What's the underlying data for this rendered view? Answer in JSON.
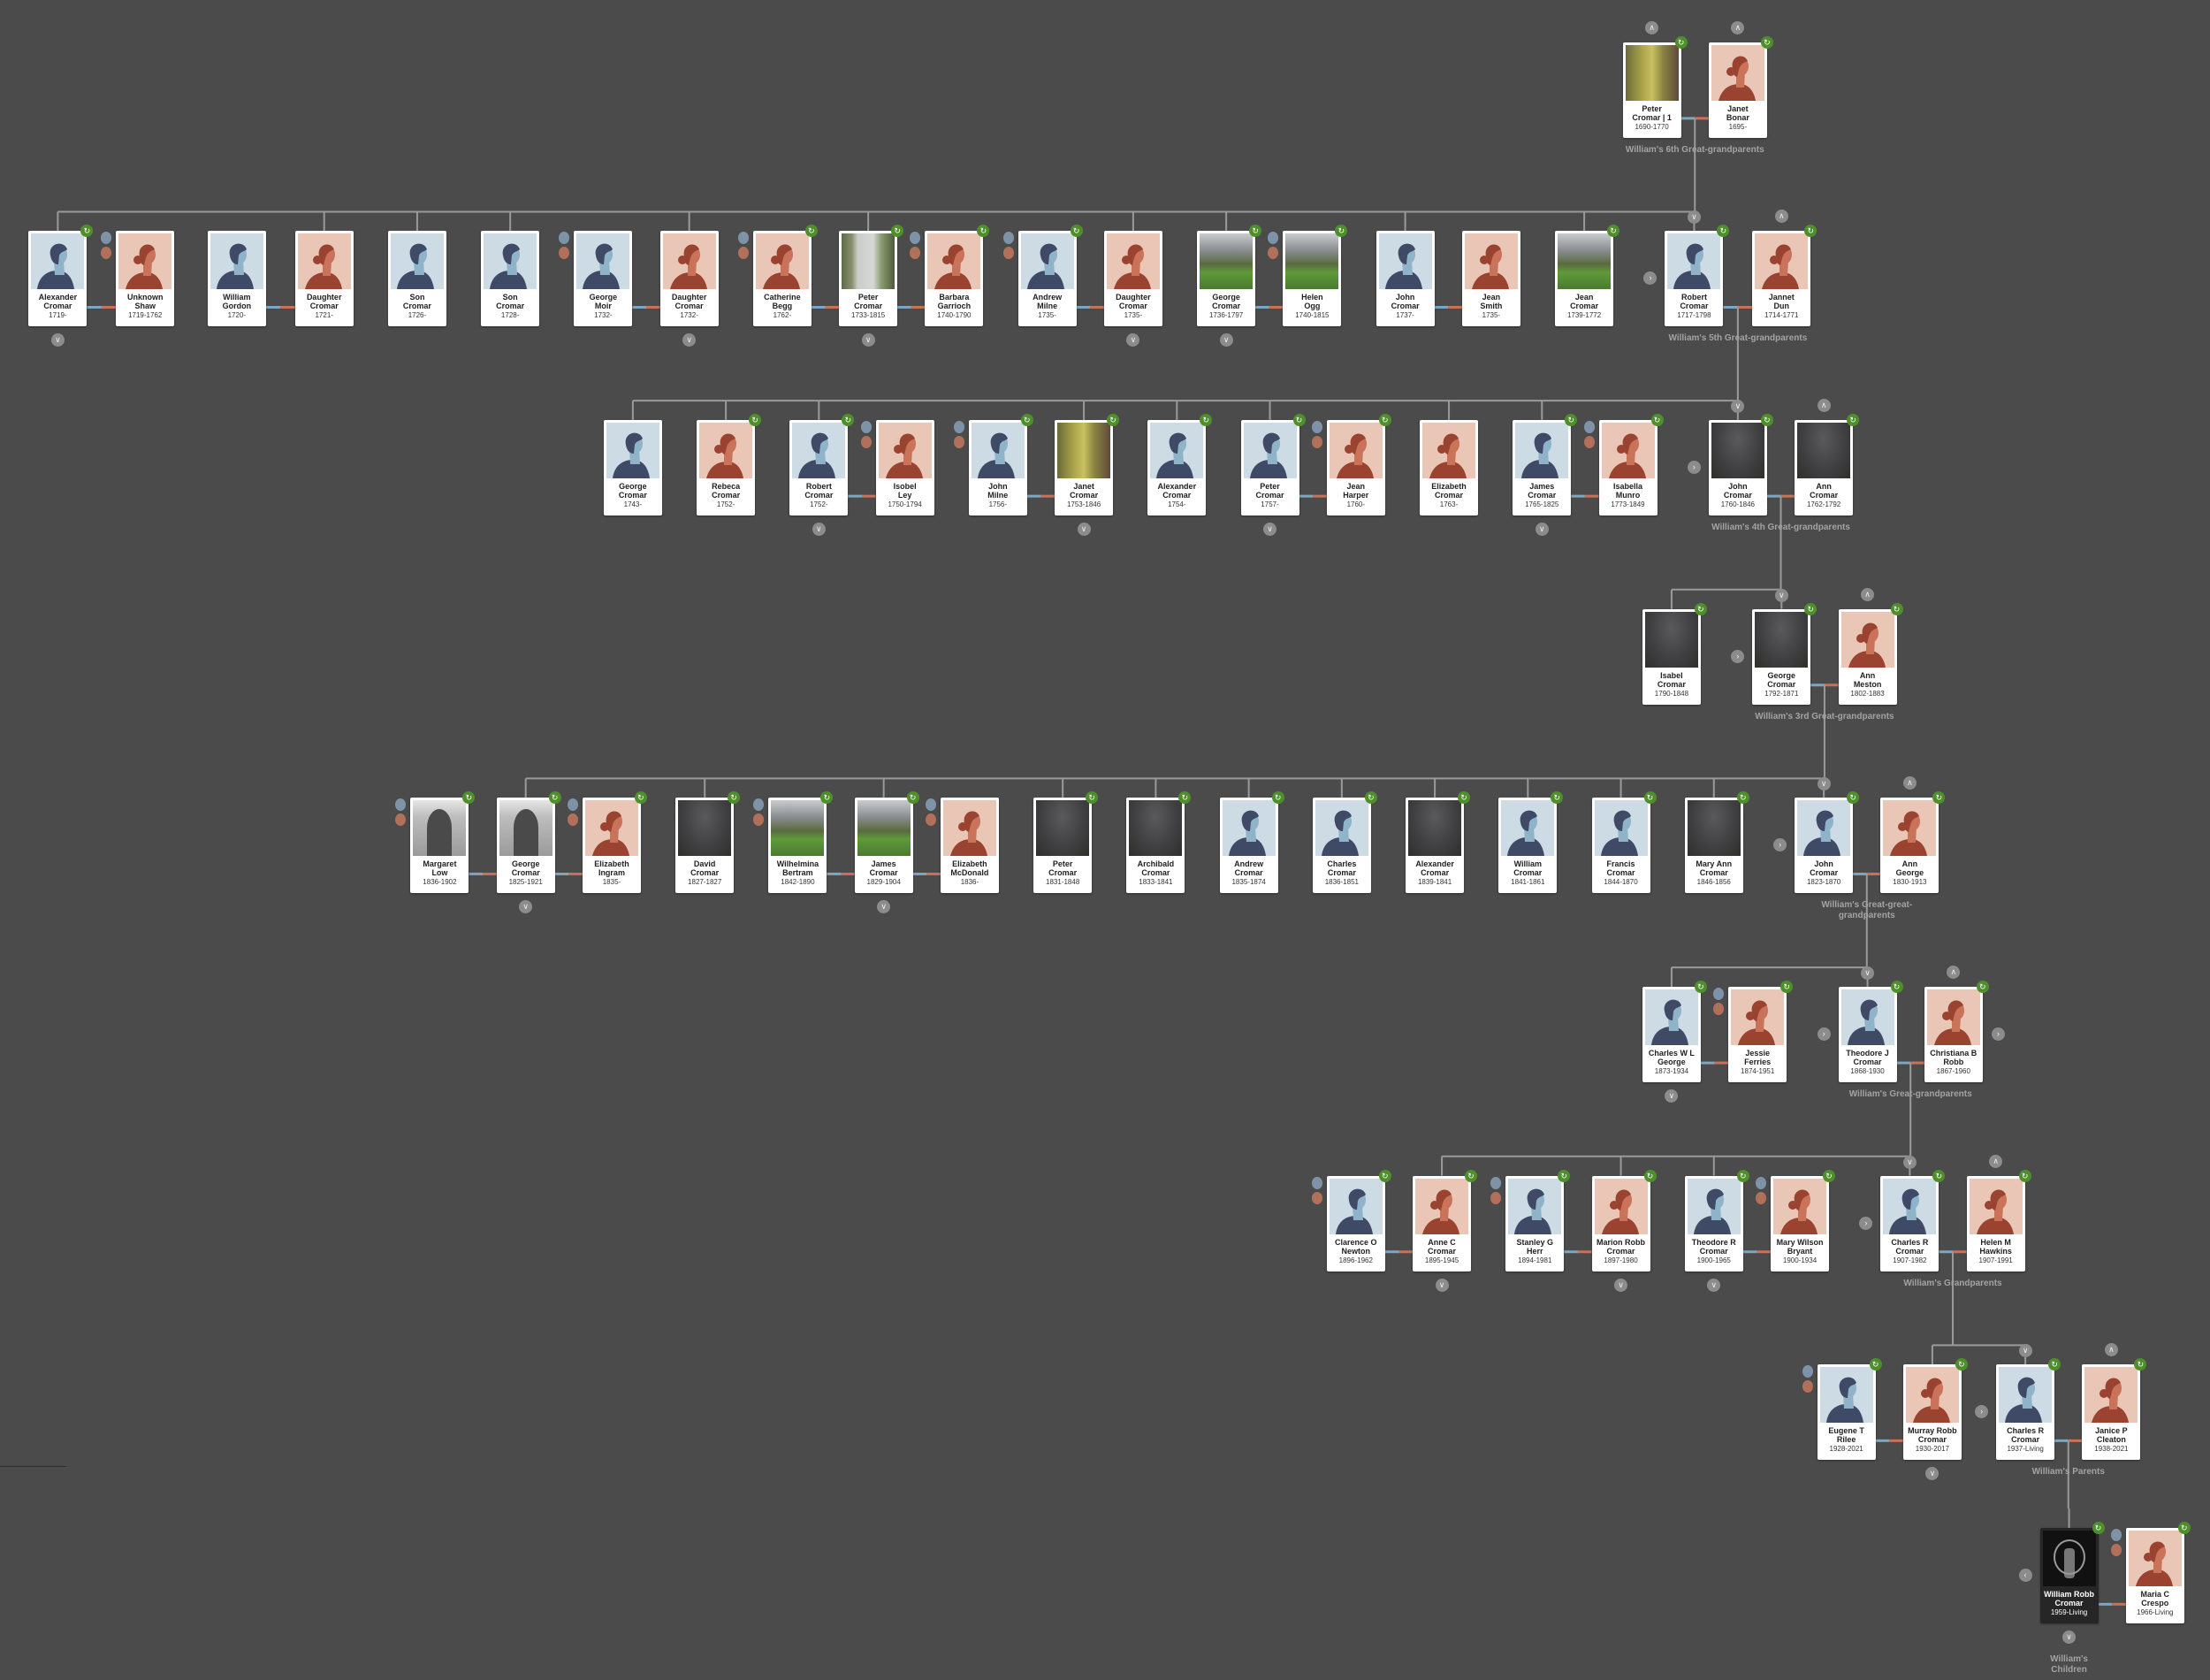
{
  "icons": {
    "hint": "leaf-hint-icon",
    "switch": "switch-spouse-icon",
    "down": "chevron-down-icon",
    "up": "chevron-up-icon",
    "right": "chevron-right-icon",
    "left": "chevron-left-icon"
  },
  "colors": {
    "background": "#4b4b4b",
    "male_bg": "#cddbe5",
    "female_bg": "#e9c6b6",
    "hint": "#4e8f2b",
    "label": "#a3a3a3"
  },
  "generations": [
    {
      "label": [
        "William's 6th Great-grandparents"
      ],
      "people": [
        {
          "name": [
            "Peter",
            "Cromar | 1"
          ],
          "dates": "1690-1770",
          "avatar": "moss",
          "hint": true,
          "up": true
        },
        {
          "name": [
            "Janet",
            "Bonar"
          ],
          "dates": "1695-",
          "avatar": "female",
          "hint": true,
          "up": true
        }
      ]
    },
    {
      "label": [
        "William's 5th Great-grandparents"
      ],
      "people": [
        {
          "name": [
            "Alexander",
            "Cromar"
          ],
          "dates": "1719-",
          "avatar": "male",
          "hint": true,
          "down": true
        },
        {
          "name": [
            "Unknown",
            "Shaw"
          ],
          "dates": "1719-1762",
          "avatar": "female",
          "switch": true
        },
        {
          "name": [
            "William",
            "Gordon"
          ],
          "dates": "1720-",
          "avatar": "male"
        },
        {
          "name": [
            "Daughter",
            "Cromar"
          ],
          "dates": "1721-",
          "avatar": "female"
        },
        {
          "name": [
            "Son",
            "Cromar"
          ],
          "dates": "1726-",
          "avatar": "male"
        },
        {
          "name": [
            "Son",
            "Cromar"
          ],
          "dates": "1728-",
          "avatar": "male"
        },
        {
          "name": [
            "George",
            "Moir"
          ],
          "dates": "1732-",
          "avatar": "male",
          "switch": true
        },
        {
          "name": [
            "Daughter",
            "Cromar"
          ],
          "dates": "1732-",
          "avatar": "female",
          "down": true
        },
        {
          "name": [
            "Catherine",
            "Begg"
          ],
          "dates": "1762-",
          "avatar": "female",
          "hint": true,
          "switch": true
        },
        {
          "name": [
            "Peter",
            "Cromar"
          ],
          "dates": "1733-1815",
          "avatar": "monument",
          "hint": true,
          "down": true
        },
        {
          "name": [
            "Barbara",
            "Garrioch"
          ],
          "dates": "1740-1790",
          "avatar": "female",
          "hint": true,
          "switch": true
        },
        {
          "name": [
            "Andrew",
            "Milne"
          ],
          "dates": "1735-",
          "avatar": "male",
          "hint": true,
          "switch": true
        },
        {
          "name": [
            "Daughter",
            "Cromar"
          ],
          "dates": "1735-",
          "avatar": "female",
          "down": true
        },
        {
          "name": [
            "George",
            "Cromar"
          ],
          "dates": "1736-1797",
          "avatar": "graveyard",
          "hint": true,
          "down": true
        },
        {
          "name": [
            "Helen",
            "Ogg"
          ],
          "dates": "1740-1815",
          "avatar": "graveyard",
          "hint": true,
          "switch": true
        },
        {
          "name": [
            "John",
            "Cromar"
          ],
          "dates": "1737-",
          "avatar": "male"
        },
        {
          "name": [
            "Jean",
            "Smith"
          ],
          "dates": "1735-",
          "avatar": "female"
        },
        {
          "name": [
            "Jean",
            "Cromar"
          ],
          "dates": "1739-1772",
          "avatar": "graveyard",
          "hint": true
        },
        {
          "name": [
            "Robert",
            "Cromar"
          ],
          "dates": "1717-1798",
          "avatar": "male",
          "hint": true,
          "nav": "right"
        },
        {
          "name": [
            "Jannet",
            "Dun"
          ],
          "dates": "1714-1771",
          "avatar": "female",
          "hint": true,
          "up": true
        }
      ]
    },
    {
      "label": [
        "William's 4th Great-grandparents"
      ],
      "people": [
        {
          "name": [
            "George",
            "Cromar"
          ],
          "dates": "1743-",
          "avatar": "male"
        },
        {
          "name": [
            "Rebeca",
            "Cromar"
          ],
          "dates": "1752-",
          "avatar": "female",
          "hint": true
        },
        {
          "name": [
            "Robert",
            "Cromar"
          ],
          "dates": "1752-",
          "avatar": "male",
          "hint": true,
          "down": true
        },
        {
          "name": [
            "Isobel",
            "Ley"
          ],
          "dates": "1750-1794",
          "avatar": "female",
          "switch": true
        },
        {
          "name": [
            "John",
            "Milne"
          ],
          "dates": "1756-",
          "avatar": "male",
          "hint": true,
          "switch": true
        },
        {
          "name": [
            "Janet",
            "Cromar"
          ],
          "dates": "1753-1846",
          "avatar": "moss",
          "hint": true,
          "down": true
        },
        {
          "name": [
            "Alexander",
            "Cromar"
          ],
          "dates": "1754-",
          "avatar": "male",
          "hint": true
        },
        {
          "name": [
            "Peter",
            "Cromar"
          ],
          "dates": "1757-",
          "avatar": "male",
          "hint": true,
          "down": true
        },
        {
          "name": [
            "Jean",
            "Harper"
          ],
          "dates": "1760-",
          "avatar": "female",
          "hint": true,
          "switch": true
        },
        {
          "name": [
            "Elizabeth",
            "Cromar"
          ],
          "dates": "1763-",
          "avatar": "female"
        },
        {
          "name": [
            "James",
            "Cromar"
          ],
          "dates": "1765-1825",
          "avatar": "male",
          "hint": true,
          "down": true
        },
        {
          "name": [
            "Isabella",
            "Munro"
          ],
          "dates": "1773-1849",
          "avatar": "female",
          "hint": true,
          "switch": true
        },
        {
          "name": [
            "John",
            "Cromar"
          ],
          "dates": "1760-1846",
          "avatar": "stone",
          "hint": true,
          "nav": "right"
        },
        {
          "name": [
            "Ann",
            "Cromar"
          ],
          "dates": "1762-1792",
          "avatar": "stone",
          "hint": true,
          "up": true
        }
      ]
    },
    {
      "label": [
        "William's 3rd Great-grandparents"
      ],
      "people": [
        {
          "name": [
            "Isabel",
            "Cromar"
          ],
          "dates": "1790-1848",
          "avatar": "stone",
          "hint": true
        },
        {
          "name": [
            "George",
            "Cromar"
          ],
          "dates": "1792-1871",
          "avatar": "stone",
          "hint": true,
          "nav": "right"
        },
        {
          "name": [
            "Ann",
            "Meston"
          ],
          "dates": "1802-1883",
          "avatar": "female",
          "hint": true,
          "up": true
        }
      ]
    },
    {
      "label": [
        "William's Great-great-",
        "grandparents"
      ],
      "people": [
        {
          "name": [
            "Margaret",
            "Low"
          ],
          "dates": "1836-1902",
          "avatar": "bwgrave",
          "hint": true,
          "switch": true
        },
        {
          "name": [
            "George",
            "Cromar"
          ],
          "dates": "1825-1921",
          "avatar": "bwgrave",
          "hint": true,
          "down": true
        },
        {
          "name": [
            "Elizabeth",
            "Ingram"
          ],
          "dates": "1835-",
          "avatar": "female",
          "hint": true,
          "switch": true
        },
        {
          "name": [
            "David",
            "Cromar"
          ],
          "dates": "1827-1827",
          "avatar": "stone",
          "hint": true
        },
        {
          "name": [
            "Wilhelmina",
            "Bertram"
          ],
          "dates": "1842-1890",
          "avatar": "graveyard",
          "hint": true,
          "switch": true
        },
        {
          "name": [
            "James",
            "Cromar"
          ],
          "dates": "1829-1904",
          "avatar": "graveyard",
          "hint": true,
          "down": true
        },
        {
          "name": [
            "Elizabeth",
            "McDonald"
          ],
          "dates": "1836-",
          "avatar": "female",
          "switch": true
        },
        {
          "name": [
            "Peter",
            "Cromar"
          ],
          "dates": "1831-1848",
          "avatar": "stone",
          "hint": true
        },
        {
          "name": [
            "Archibald",
            "Cromar"
          ],
          "dates": "1833-1841",
          "avatar": "stone",
          "hint": true
        },
        {
          "name": [
            "Andrew",
            "Cromar"
          ],
          "dates": "1835-1874",
          "avatar": "male",
          "hint": true
        },
        {
          "name": [
            "Charles",
            "Cromar"
          ],
          "dates": "1836-1851",
          "avatar": "male",
          "hint": true
        },
        {
          "name": [
            "Alexander",
            "Cromar"
          ],
          "dates": "1839-1841",
          "avatar": "stone",
          "hint": true
        },
        {
          "name": [
            "William",
            "Cromar"
          ],
          "dates": "1841-1861",
          "avatar": "male",
          "hint": true
        },
        {
          "name": [
            "Francis",
            "Cromar"
          ],
          "dates": "1844-1870",
          "avatar": "male",
          "hint": true
        },
        {
          "name": [
            "Mary Ann",
            "Cromar"
          ],
          "dates": "1846-1856",
          "avatar": "stone",
          "hint": true
        },
        {
          "name": [
            "John",
            "Cromar"
          ],
          "dates": "1823-1870",
          "avatar": "male",
          "hint": true,
          "nav": "right"
        },
        {
          "name": [
            "Ann",
            "George"
          ],
          "dates": "1830-1913",
          "avatar": "female",
          "hint": true,
          "up": true
        }
      ]
    },
    {
      "label": [
        "William's Great-grandparents"
      ],
      "people": [
        {
          "name": [
            "Charles W L",
            "George"
          ],
          "dates": "1873-1934",
          "avatar": "male",
          "hint": true,
          "down": true
        },
        {
          "name": [
            "Jessie",
            "Ferries"
          ],
          "dates": "1874-1951",
          "avatar": "female",
          "hint": true,
          "switch": true
        },
        {
          "name": [
            "Theodore J",
            "Cromar"
          ],
          "dates": "1868-1930",
          "avatar": "male",
          "hint": true,
          "nav": "right"
        },
        {
          "name": [
            "Christiana B",
            "Robb"
          ],
          "dates": "1867-1960",
          "avatar": "female",
          "hint": true,
          "up": true,
          "nav_after": "right"
        }
      ]
    },
    {
      "label": [
        "William's Grandparents"
      ],
      "people": [
        {
          "name": [
            "Clarence O",
            "Newton"
          ],
          "dates": "1896-1962",
          "avatar": "male",
          "hint": true,
          "switch": true
        },
        {
          "name": [
            "Anne C",
            "Cromar"
          ],
          "dates": "1895-1945",
          "avatar": "female",
          "hint": true,
          "down": true
        },
        {
          "name": [
            "Stanley G",
            "Herr"
          ],
          "dates": "1894-1981",
          "avatar": "male",
          "hint": true,
          "switch": true
        },
        {
          "name": [
            "Marion Robb",
            "Cromar"
          ],
          "dates": "1897-1980",
          "avatar": "female",
          "hint": true,
          "down": true
        },
        {
          "name": [
            "Theodore R",
            "Cromar"
          ],
          "dates": "1900-1965",
          "avatar": "male",
          "hint": true,
          "down": true
        },
        {
          "name": [
            "Mary Wilson",
            "Bryant"
          ],
          "dates": "1900-1934",
          "avatar": "female",
          "hint": true,
          "switch": true
        },
        {
          "name": [
            "Charles R",
            "Cromar"
          ],
          "dates": "1907-1982",
          "avatar": "male",
          "hint": true,
          "nav": "right"
        },
        {
          "name": [
            "Helen M",
            "Hawkins"
          ],
          "dates": "1907-1991",
          "avatar": "female",
          "hint": true,
          "up": true
        }
      ]
    },
    {
      "label": [
        "William's Parents"
      ],
      "people": [
        {
          "name": [
            "Eugene T",
            "Rilee"
          ],
          "dates": "1928-2021",
          "avatar": "male",
          "hint": true,
          "switch": true
        },
        {
          "name": [
            "Murray Robb",
            "Cromar"
          ],
          "dates": "1930-2017",
          "avatar": "female",
          "hint": true,
          "down": true
        },
        {
          "name": [
            "Charles R",
            "Cromar"
          ],
          "dates": "1937-Living",
          "avatar": "male",
          "hint": true,
          "nav": "right"
        },
        {
          "name": [
            "Janice P",
            "Cleaton"
          ],
          "dates": "1938-2021",
          "avatar": "female",
          "hint": true,
          "up": true
        }
      ]
    },
    {
      "label": [
        "William's",
        "Children"
      ],
      "people": [
        {
          "name": [
            "William Robb",
            "Cromar"
          ],
          "dates": "1959-Living",
          "avatar": "crest",
          "hint": true,
          "down": true,
          "nav": "left",
          "focus": true
        },
        {
          "name": [
            "Maria C",
            "Crespo"
          ],
          "dates": "1966-Living",
          "avatar": "female",
          "hint": true,
          "switch": true
        }
      ]
    }
  ]
}
